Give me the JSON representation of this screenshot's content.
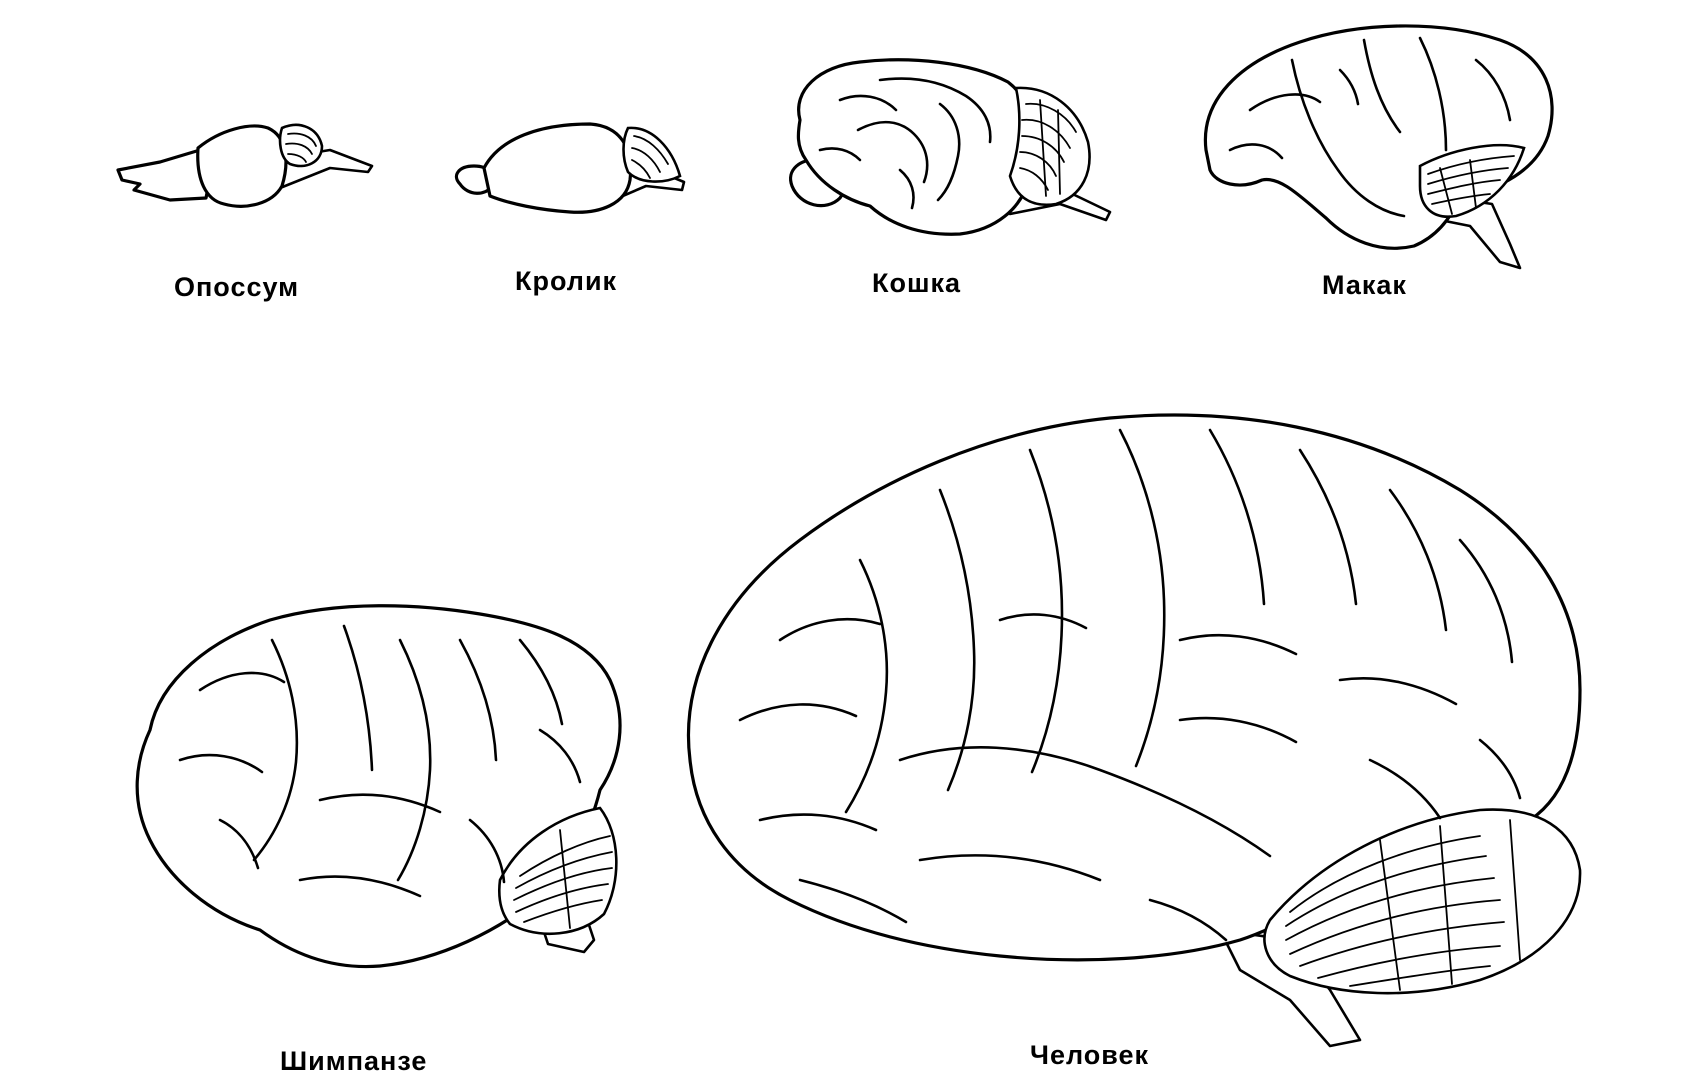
{
  "brains": [
    {
      "id": "opossum",
      "label": "Опоссум"
    },
    {
      "id": "rabbit",
      "label": "Кролик"
    },
    {
      "id": "cat",
      "label": "Кошка"
    },
    {
      "id": "macaque",
      "label": "Макак"
    },
    {
      "id": "chimpanzee",
      "label": "Шимпанзе"
    },
    {
      "id": "human",
      "label": "Человек"
    }
  ],
  "colors": {
    "ink": "#000000",
    "paper": "#ffffff"
  }
}
